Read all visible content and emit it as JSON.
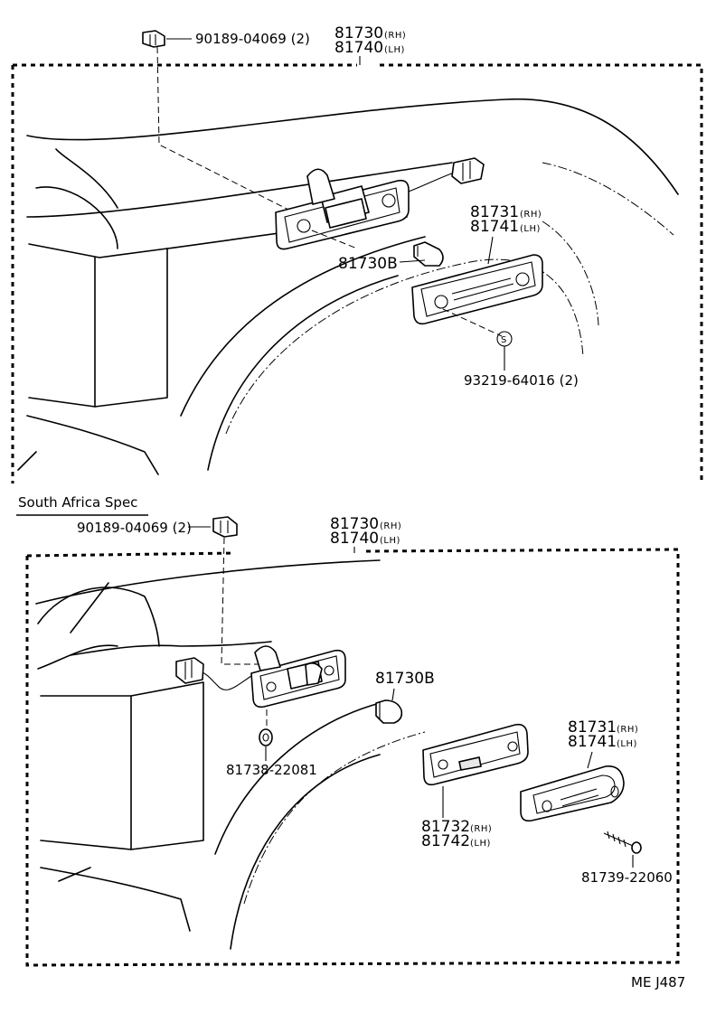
{
  "top_section": {
    "clip_part": "90189-04069 (2)",
    "lamp_assy_rh": "81730",
    "lamp_assy_rh_side": "(RH)",
    "lamp_assy_lh": "81740",
    "lamp_assy_lh_side": "(LH)",
    "lens_rh": "81731",
    "lens_rh_side": "(RH)",
    "lens_lh": "81741",
    "lens_lh_side": "(LH)",
    "bulb": "81730B",
    "screw_part": "93219-64016 (2)",
    "screw_symbol": "S"
  },
  "bottom_section": {
    "heading": "South Africa Spec",
    "clip_part": "90189-04069 (2)",
    "lamp_assy_rh": "81730",
    "lamp_assy_rh_side": "(RH)",
    "lamp_assy_lh": "81740",
    "lamp_assy_lh_side": "(LH)",
    "bulb": "81730B",
    "gasket_part": "81738-22081",
    "lens_rh": "81731",
    "lens_rh_side": "(RH)",
    "lens_lh": "81741",
    "lens_lh_side": "(LH)",
    "housing_rh": "81732",
    "housing_rh_side": "(RH)",
    "housing_lh": "81742",
    "housing_lh_side": "(LH)",
    "screw_part": "81739-22060"
  },
  "footer": {
    "code": "ME  J487"
  }
}
